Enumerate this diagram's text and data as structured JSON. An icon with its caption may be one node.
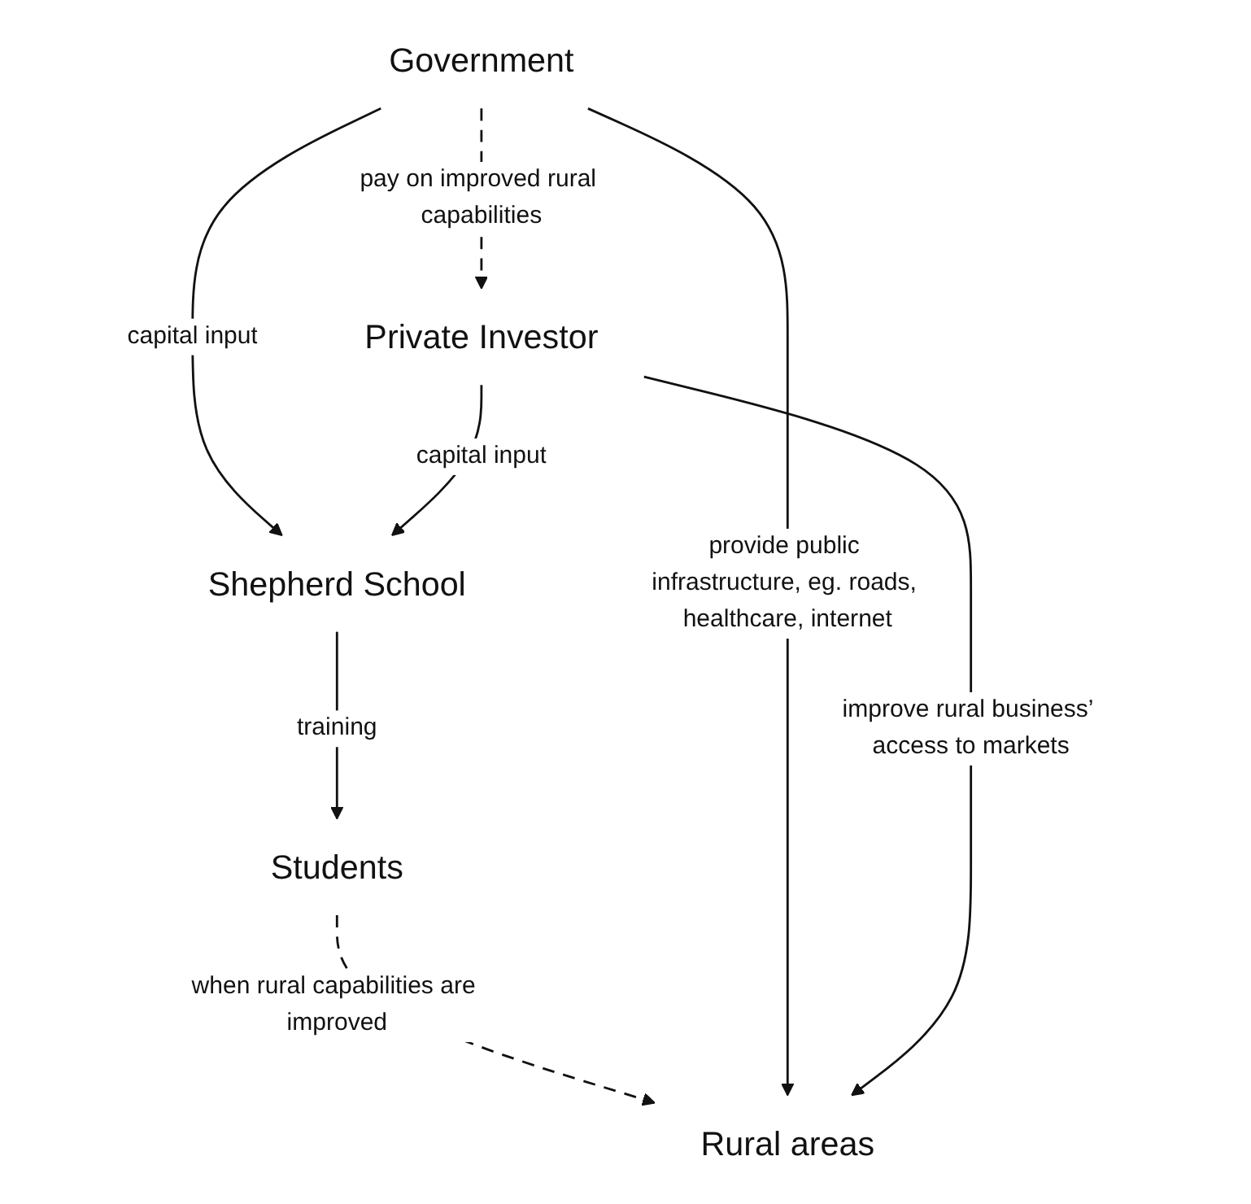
{
  "diagram": {
    "nodes": [
      {
        "text": [
          "Government"
        ]
      },
      {
        "text": [
          "Private Investor"
        ]
      },
      {
        "text": [
          "Shepherd School"
        ]
      },
      {
        "text": [
          "Students"
        ]
      },
      {
        "text": [
          "Rural areas"
        ]
      }
    ],
    "edges": [
      {
        "from": 0,
        "to": 1,
        "arrow": "to",
        "label": "pay on improved rural capabilities",
        "style": "dashed"
      },
      {
        "from": 0,
        "to": 2,
        "arrow": "to",
        "label": "capital input"
      },
      {
        "from": 1,
        "to": 2,
        "arrow": "to",
        "label": "capital input"
      },
      {
        "from": 2,
        "to": 3,
        "arrow": "to",
        "label": "training"
      },
      {
        "from": 3,
        "to": 4,
        "arrow": "to",
        "label": "when rural capabilities are improved",
        "style": "dashed"
      },
      {
        "from": 0,
        "to": 4,
        "arrow": "to",
        "label": "provide public infrastructure, eg. roads, healthcare, internet"
      },
      {
        "from": 1,
        "to": 4,
        "arrow": "to",
        "label": "improve rural business’ access to markets"
      }
    ]
  }
}
